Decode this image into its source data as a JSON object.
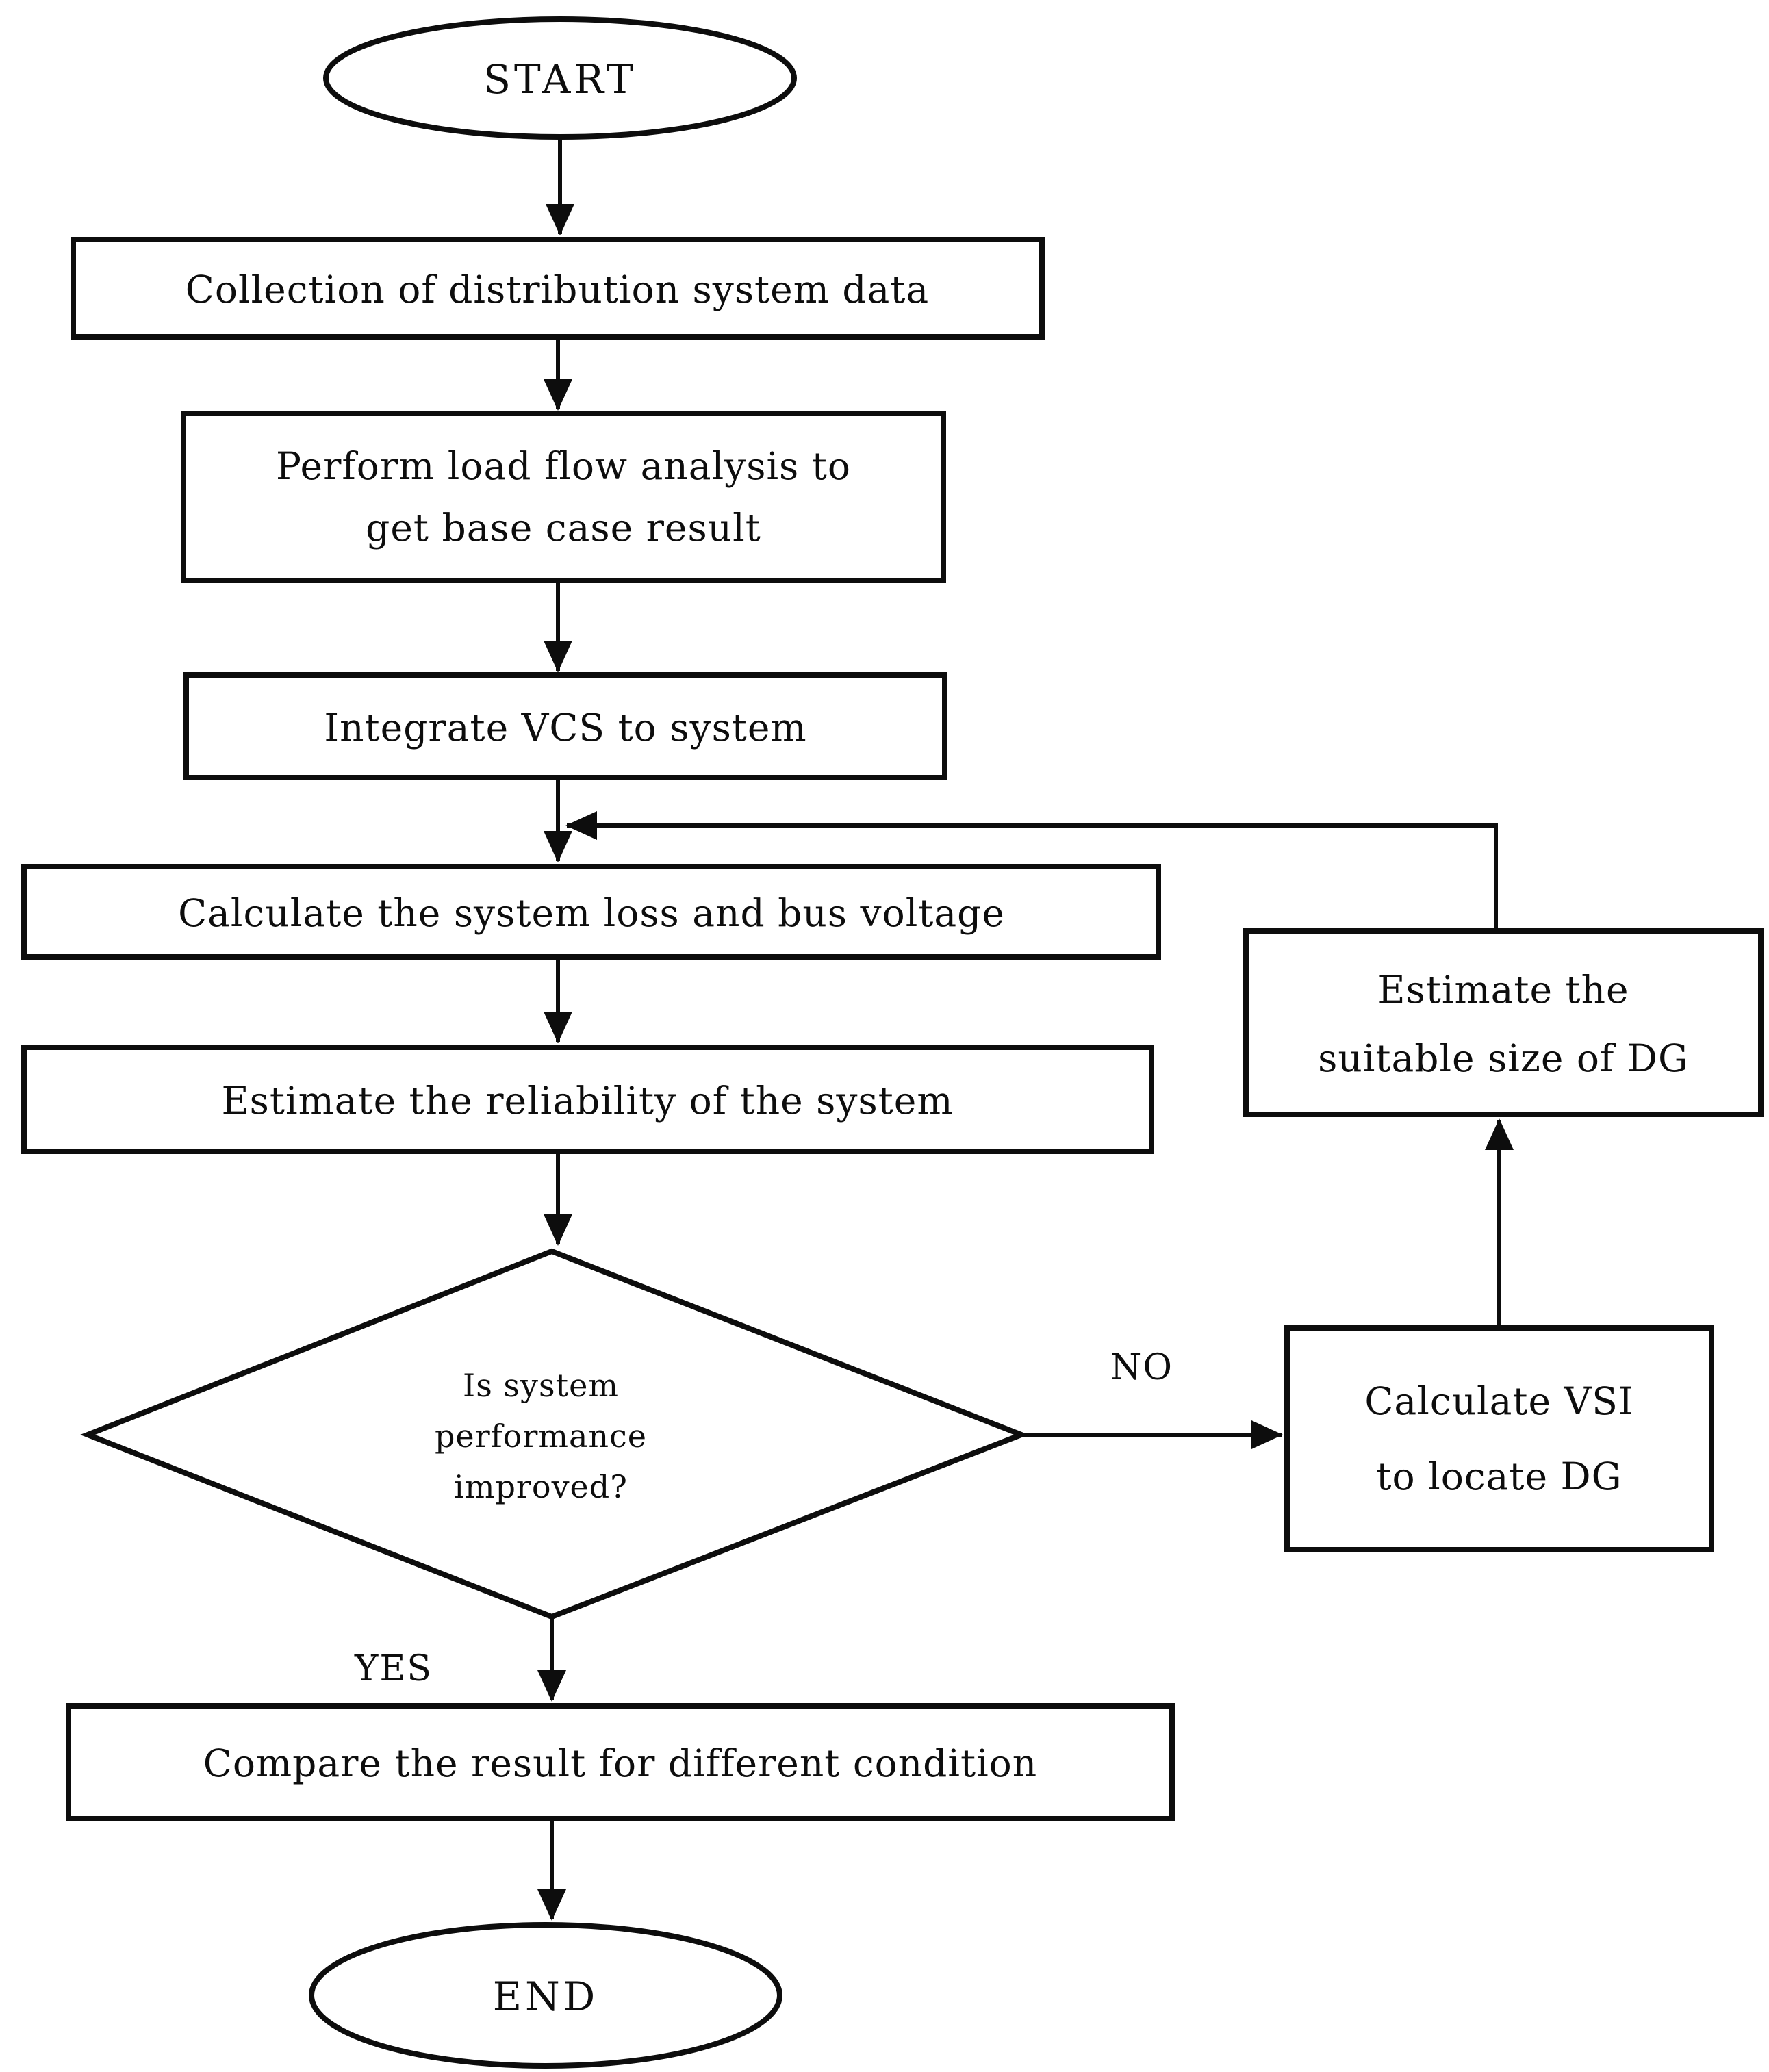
{
  "page": {
    "background": "#ffffff",
    "ink": "#0d0d0d"
  },
  "flowchart": {
    "nodes": {
      "start": {
        "shape": "terminator-ellipse",
        "label": "START"
      },
      "collect": {
        "shape": "process-rect",
        "label": "Collection of distribution system data"
      },
      "load_flow": {
        "shape": "process-rect",
        "lines": [
          "Perform load flow analysis to",
          "get base case result"
        ]
      },
      "integrate_vcs": {
        "shape": "process-rect",
        "label": "Integrate VCS to system"
      },
      "calc_loss": {
        "shape": "process-rect",
        "label": "Calculate the system loss and bus voltage"
      },
      "reliability": {
        "shape": "process-rect",
        "label": "Estimate the reliability of the system"
      },
      "decision": {
        "shape": "decision-diamond",
        "lines": [
          "Is system",
          "performance",
          "improved?"
        ]
      },
      "calc_vsi": {
        "shape": "process-rect",
        "lines": [
          "Calculate VSI",
          "to locate DG"
        ]
      },
      "dg_size": {
        "shape": "process-rect",
        "lines": [
          "Estimate the",
          "suitable size of DG"
        ]
      },
      "compare": {
        "shape": "process-rect",
        "label": "Compare the result for different condition"
      },
      "end": {
        "shape": "terminator-ellipse",
        "label": "END"
      }
    },
    "branch_labels": {
      "yes": "YES",
      "no": "NO"
    }
  }
}
